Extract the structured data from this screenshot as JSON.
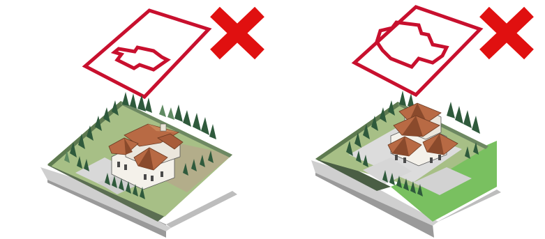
{
  "colors": {
    "outline_red": "#c8102e",
    "cross_red": "#e01010",
    "lawn_green": "#a7bf86",
    "lawn_edge": "#7a8f62",
    "back_lawn_olive": "#b3ad8a",
    "front_lawn_green": "#79c060",
    "dark_side_green": "#4a5e44",
    "paving_gray": "#dcdcdc",
    "street_gray": "#c9c9c9",
    "street_shadow": "#9a9a9a",
    "roof_brown": "#b86a44",
    "roof_dark": "#8a4a2c",
    "wall_white": "#f4f1ea",
    "tree_green": "#2f5a3c",
    "tree_light": "#5f8a62"
  },
  "panels": [
    {
      "id": "left",
      "verdict_icon": "x-mark-icon",
      "footprint_icon": "parcel-footprint-icon",
      "model": "house-site-model"
    },
    {
      "id": "right",
      "verdict_icon": "x-mark-icon",
      "footprint_icon": "parcel-footprint-icon",
      "model": "house-site-model"
    }
  ]
}
